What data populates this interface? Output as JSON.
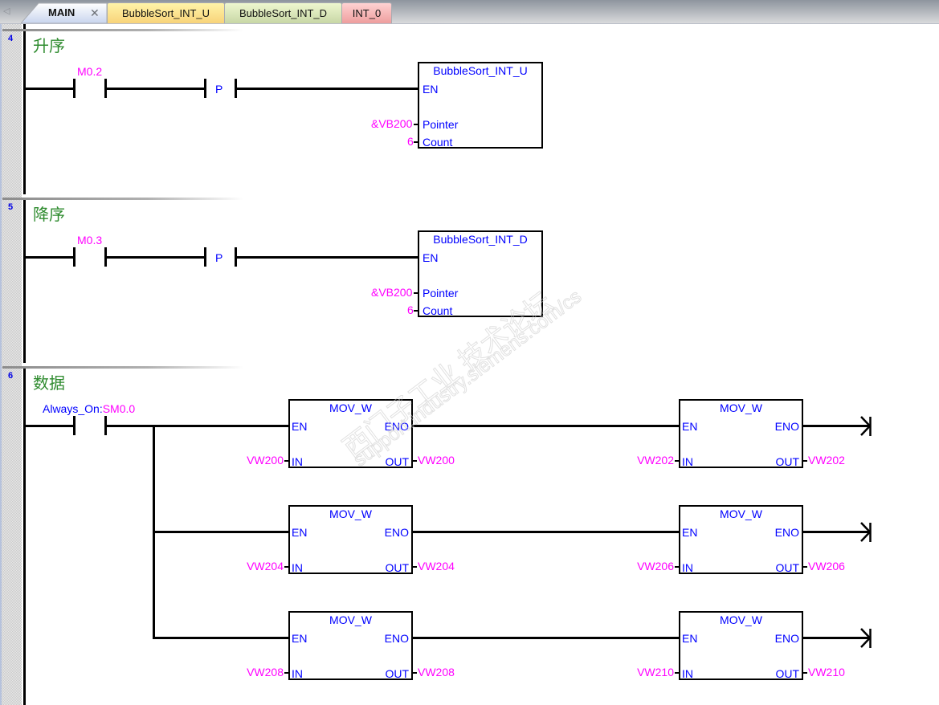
{
  "tabs": [
    {
      "label": "MAIN",
      "active": true,
      "closable": true,
      "color": "#cfd9ef"
    },
    {
      "label": "BubbleSort_INT_U",
      "active": false,
      "color": "#f8d37a"
    },
    {
      "label": "BubbleSort_INT_D",
      "active": false,
      "color": "#c8d7a6"
    },
    {
      "label": "INT_0",
      "active": false,
      "color": "#ee9e9e"
    }
  ],
  "tab_scroll_icon": "◁",
  "tab_close_icon": "✕",
  "networks": [
    {
      "number": "4",
      "title": "升序",
      "contact": {
        "address": "M0.2"
      },
      "edge": {
        "label": "P"
      },
      "block": {
        "name": "BubbleSort_INT_U",
        "pins": {
          "en": "EN",
          "pointer": "Pointer",
          "count": "Count"
        },
        "params": {
          "pointer": "&VB200",
          "count": "6"
        }
      }
    },
    {
      "number": "5",
      "title": "降序",
      "contact": {
        "address": "M0.3"
      },
      "edge": {
        "label": "P"
      },
      "block": {
        "name": "BubbleSort_INT_D",
        "pins": {
          "en": "EN",
          "pointer": "Pointer",
          "count": "Count"
        },
        "params": {
          "pointer": "&VB200",
          "count": "6"
        }
      }
    },
    {
      "number": "6",
      "title": "数据",
      "contact": {
        "symbol": "Always_On",
        "separator": ":",
        "address": "SM0.0"
      },
      "moves": [
        {
          "name": "MOV_W",
          "en": "EN",
          "eno": "ENO",
          "in_pin": "IN",
          "out_pin": "OUT",
          "in": "VW200",
          "out": "VW200"
        },
        {
          "name": "MOV_W",
          "en": "EN",
          "eno": "ENO",
          "in_pin": "IN",
          "out_pin": "OUT",
          "in": "VW202",
          "out": "VW202"
        },
        {
          "name": "MOV_W",
          "en": "EN",
          "eno": "ENO",
          "in_pin": "IN",
          "out_pin": "OUT",
          "in": "VW204",
          "out": "VW204"
        },
        {
          "name": "MOV_W",
          "en": "EN",
          "eno": "ENO",
          "in_pin": "IN",
          "out_pin": "OUT",
          "in": "VW206",
          "out": "VW206"
        },
        {
          "name": "MOV_W",
          "en": "EN",
          "eno": "ENO",
          "in_pin": "IN",
          "out_pin": "OUT",
          "in": "VW208",
          "out": "VW208"
        },
        {
          "name": "MOV_W",
          "en": "EN",
          "eno": "ENO",
          "in_pin": "IN",
          "out_pin": "OUT",
          "in": "VW210",
          "out": "VW210"
        }
      ]
    }
  ],
  "watermark": {
    "line1": "西门子工业 技术论坛",
    "line2": "support.industry.siemens.com/cs"
  }
}
